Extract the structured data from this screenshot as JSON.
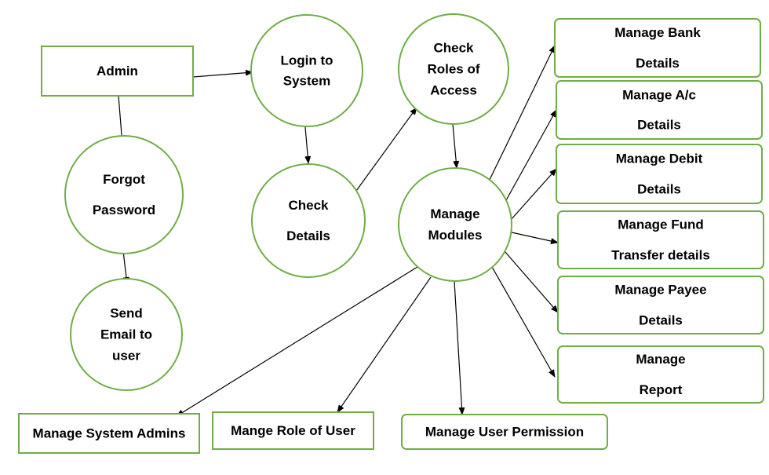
{
  "colors": {
    "node_border": "#70ad47",
    "edge": "#000000",
    "text": "#000000",
    "background": "#ffffff"
  },
  "nodes": {
    "admin": {
      "lines": [
        "Admin"
      ]
    },
    "forgot_password": {
      "lines": [
        "Forgot",
        "Password"
      ]
    },
    "send_email": {
      "lines": [
        "Send",
        "Email to",
        "user"
      ]
    },
    "login": {
      "lines": [
        "Login to",
        "System"
      ]
    },
    "check_details": {
      "lines": [
        "Check",
        "Details"
      ]
    },
    "check_roles": {
      "lines": [
        "Check",
        "Roles of",
        "Access"
      ]
    },
    "manage_modules": {
      "lines": [
        "Manage",
        "Modules"
      ]
    },
    "manage_bank": {
      "lines": [
        "Manage Bank",
        "Details"
      ]
    },
    "manage_ac": {
      "lines": [
        "Manage A/c",
        "Details"
      ]
    },
    "manage_debit": {
      "lines": [
        "Manage Debit",
        "Details"
      ]
    },
    "manage_fund": {
      "lines": [
        "Manage Fund",
        "Transfer details"
      ]
    },
    "manage_payee": {
      "lines": [
        "Manage Payee",
        "Details"
      ]
    },
    "manage_report": {
      "lines": [
        "Manage",
        "Report"
      ]
    },
    "manage_admins": {
      "lines": [
        "Manage System Admins"
      ]
    },
    "mange_role": {
      "lines": [
        "Mange Role of User"
      ]
    },
    "manage_permission": {
      "lines": [
        "Manage User Permission"
      ]
    }
  },
  "edges": [
    {
      "from": "admin",
      "to": "login"
    },
    {
      "from": "admin",
      "to": "forgot_password"
    },
    {
      "from": "forgot_password",
      "to": "send_email"
    },
    {
      "from": "login",
      "to": "check_details"
    },
    {
      "from": "check_details",
      "to": "check_roles"
    },
    {
      "from": "check_roles",
      "to": "manage_modules"
    },
    {
      "from": "manage_modules",
      "to": "manage_bank"
    },
    {
      "from": "manage_modules",
      "to": "manage_ac"
    },
    {
      "from": "manage_modules",
      "to": "manage_debit"
    },
    {
      "from": "manage_modules",
      "to": "manage_fund"
    },
    {
      "from": "manage_modules",
      "to": "manage_payee"
    },
    {
      "from": "manage_modules",
      "to": "manage_report"
    },
    {
      "from": "manage_modules",
      "to": "manage_admins"
    },
    {
      "from": "manage_modules",
      "to": "mange_role"
    },
    {
      "from": "manage_modules",
      "to": "manage_permission"
    }
  ]
}
